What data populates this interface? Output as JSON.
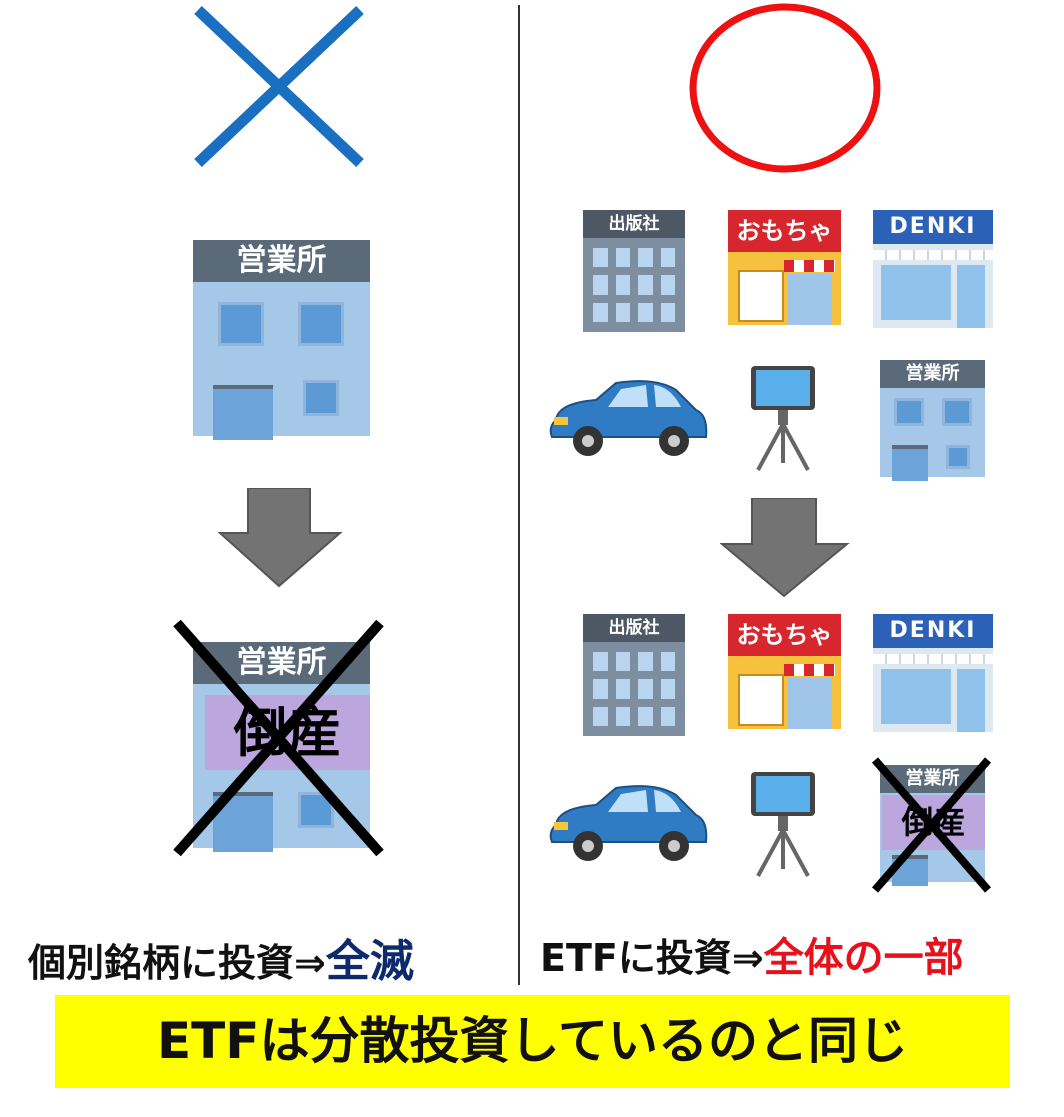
{
  "left": {
    "verdict_icon": "blue-x-mark",
    "building_sign": "営業所",
    "bankrupt_label": "倒産",
    "caption_prefix": "個別銘柄に投資⇒",
    "caption_result": "全滅",
    "result_color": "#0d2a6b"
  },
  "right": {
    "verdict_icon": "red-circle",
    "publisher_sign": "出版社",
    "toy_sign": "おもちゃ",
    "denki_sign": "DENKI",
    "office_sign": "営業所",
    "bankrupt_label": "倒産",
    "caption_prefix": "ETFに投資⇒",
    "caption_result": "全体の一部",
    "result_color": "#e8101a"
  },
  "banner": {
    "text": "ETFは分散投資しているのと同じ",
    "color": "#ffff00"
  }
}
